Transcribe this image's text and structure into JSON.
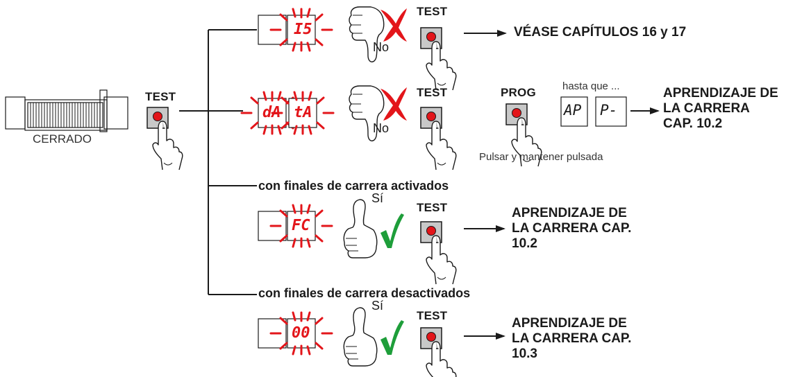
{
  "colors": {
    "display_red": "#e3151a",
    "check_green": "#1e9e3a",
    "cross_red": "#e3151a",
    "button_gray": "#c8c8c8",
    "line": "#1a1a1a"
  },
  "gate": {
    "label": "CERRADO"
  },
  "start": {
    "test_label": "TEST"
  },
  "rows": [
    {
      "display_codes": [
        "I5"
      ],
      "thumb": "down",
      "answer": "No",
      "button_label": "TEST",
      "result": "VÉASE CAPÍTULOS 16 y 17"
    },
    {
      "display_codes": [
        "dA",
        "tA"
      ],
      "thumb": "down",
      "answer": "No",
      "button_label": "TEST",
      "prog_label": "PROG",
      "prog_note": "Pulsar y mantener pulsada",
      "until_label": "hasta que ...",
      "target_codes": [
        "AP",
        "P-"
      ],
      "result": "APRENDIZAJE DE LA CARRERA CAP. 10.2"
    },
    {
      "condition": "con finales de carrera activados",
      "display_codes": [
        "FC"
      ],
      "thumb": "up",
      "answer": "Sí",
      "button_label": "TEST",
      "result": "APRENDIZAJE DE LA CARRERA CAP. 10.2"
    },
    {
      "condition": "con finales de carrera desactivados",
      "display_codes": [
        "00"
      ],
      "thumb": "up",
      "answer": "Sí",
      "button_label": "TEST",
      "result": "APRENDIZAJE DE LA CARRERA CAP. 10.3"
    }
  ],
  "icons": [
    "gate-icon",
    "hand-press-icon",
    "thumb-down-icon",
    "thumb-up-icon",
    "cross-icon",
    "check-icon",
    "arrow-right-icon",
    "blink-rays-icon"
  ]
}
